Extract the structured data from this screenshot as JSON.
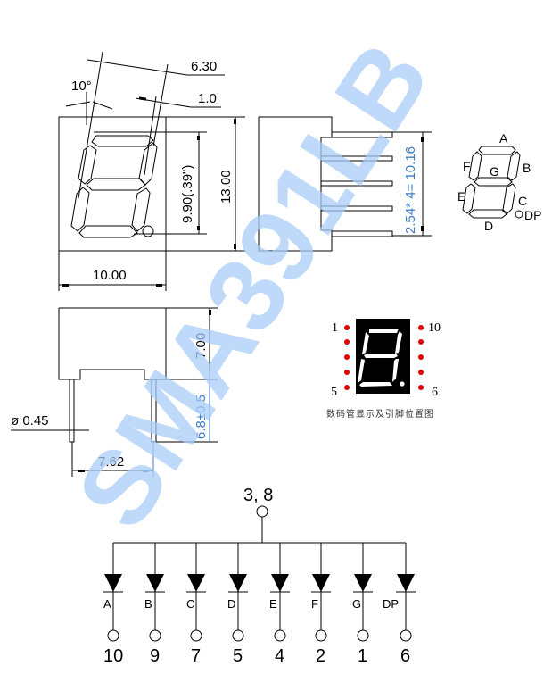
{
  "watermark": {
    "text": "SMA391LB",
    "color": "#a9cdf7"
  },
  "front_view": {
    "angle_label": "10°",
    "segment_width_label": "6.30",
    "segment_stroke_label": "1.0",
    "digit_height_label": "9.90(.39\")",
    "body_height_label": "13.00",
    "body_width_label": "10.00"
  },
  "side_view": {
    "pin_pitch_label": "2.54* 4= 10.16"
  },
  "segment_map": {
    "labels": {
      "a": "A",
      "b": "B",
      "c": "C",
      "d": "D",
      "e": "E",
      "f": "F",
      "g": "G",
      "dp": "DP"
    }
  },
  "bottom_view": {
    "body_height_label": "7.00",
    "pin_length_label": "6.8±0.5",
    "pin_diameter_label": "ø 0.45",
    "row_spacing_label": "7.62"
  },
  "pinout": {
    "top_left": "1",
    "bottom_left": "5",
    "top_right": "10",
    "bottom_right": "6",
    "caption": "数码管显示及引脚位置图",
    "dot_color": "#e00000",
    "display_bg": "#000000"
  },
  "schematic": {
    "common_pins_label": "3, 8",
    "segments": [
      {
        "label": "A",
        "pin": "10"
      },
      {
        "label": "B",
        "pin": "9"
      },
      {
        "label": "C",
        "pin": "7"
      },
      {
        "label": "D",
        "pin": "5"
      },
      {
        "label": "E",
        "pin": "4"
      },
      {
        "label": "F",
        "pin": "2"
      },
      {
        "label": "G",
        "pin": "1"
      },
      {
        "label": "DP",
        "pin": "6"
      }
    ]
  }
}
